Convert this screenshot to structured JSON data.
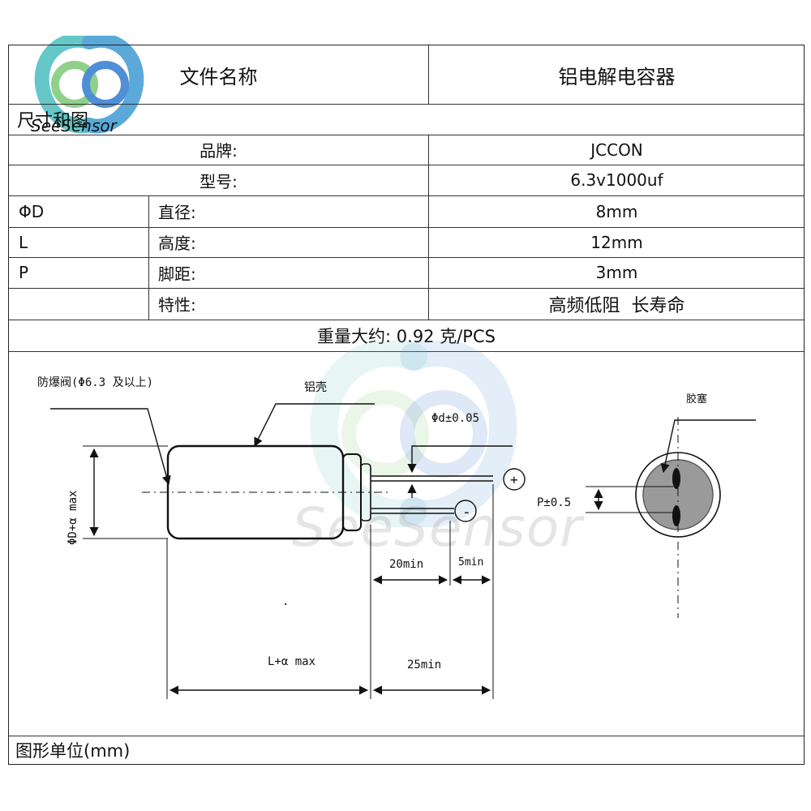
{
  "logo": {
    "brand": "SeeSensor"
  },
  "header": {
    "file_name_label": "文件名称",
    "file_name_value": "铝电解电容器"
  },
  "section": {
    "dimension_diagram": "尺寸和图"
  },
  "specs": {
    "brand_label": "品牌:",
    "brand_value": "JCCON",
    "model_label": "型号:",
    "model_value": "6.3v1000uf",
    "rows": [
      {
        "symbol": "ΦD",
        "label": "直径:",
        "value": "8mm"
      },
      {
        "symbol": "L",
        "label": "高度:",
        "value": "12mm"
      },
      {
        "symbol": "P",
        "label": "脚距:",
        "value": "3mm"
      },
      {
        "symbol": "",
        "label": "特性:",
        "value": "高频低阻  长寿命"
      }
    ],
    "weight": "重量大约: 0.92 克/PCS"
  },
  "diagram": {
    "explosion_valve": "防爆阀(Φ6.3 及以上)",
    "aluminum_case": "铝壳",
    "lead_diameter": "Φd±0.05",
    "diameter_max": "ΦD+α max",
    "plus": "+",
    "minus": "-",
    "lead_20": "20min",
    "lead_5": "5min",
    "length_max": "L+α max",
    "lead_25": "25min",
    "rubber_plug": "胶塞",
    "pitch": "P±0.5",
    "dot": "."
  },
  "watermark": {
    "text": "SeeSensor"
  },
  "footer": {
    "unit": "图形单位(mm)"
  }
}
